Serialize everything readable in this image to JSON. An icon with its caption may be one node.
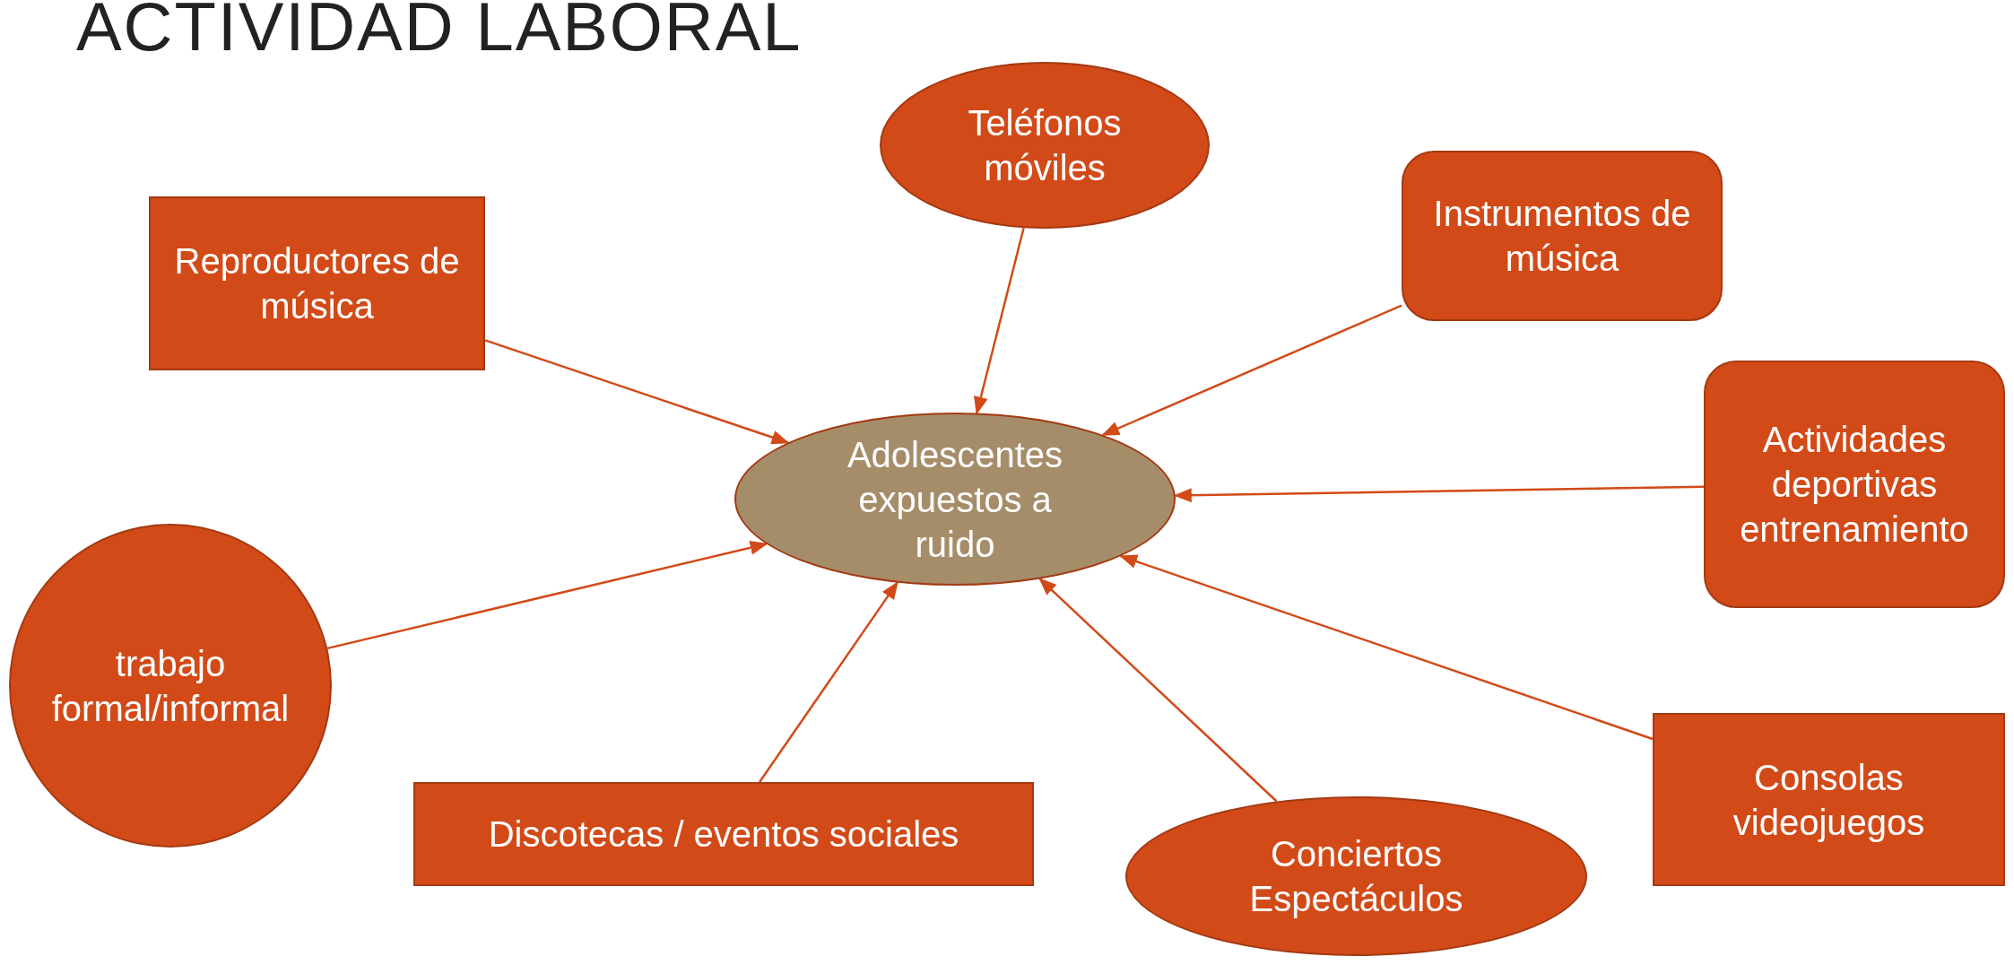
{
  "diagram": {
    "title": "ACTIVIDAD LABORAL",
    "nodes": [
      {
        "text": [
          "Teléfonos móviles"
        ]
      },
      {
        "text": [
          "Reproductores de música"
        ]
      },
      {
        "text": [
          "Instrumentos de música"
        ]
      },
      {
        "text": [
          "Adolescentes expuestos a ruido"
        ]
      },
      {
        "text": [
          "Actividades deportivas entrenamiento"
        ]
      },
      {
        "text": [
          "trabajo formal/informal"
        ]
      },
      {
        "text": [
          "Discotecas / eventos sociales"
        ]
      },
      {
        "text": [
          "Conciertos Espectáculos"
        ]
      },
      {
        "text": [
          "Consolas videojuegos"
        ]
      }
    ],
    "edges": [
      {
        "from": 0,
        "to": 3,
        "arrow": "to"
      },
      {
        "from": 1,
        "to": 3,
        "arrow": "to"
      },
      {
        "from": 2,
        "to": 3,
        "arrow": "to"
      },
      {
        "from": 4,
        "to": 3,
        "arrow": "to"
      },
      {
        "from": 5,
        "to": 3,
        "arrow": "to"
      },
      {
        "from": 6,
        "to": 3,
        "arrow": "to"
      },
      {
        "from": 7,
        "to": 3,
        "arrow": "to"
      },
      {
        "from": 8,
        "to": 3,
        "arrow": "to"
      }
    ]
  }
}
